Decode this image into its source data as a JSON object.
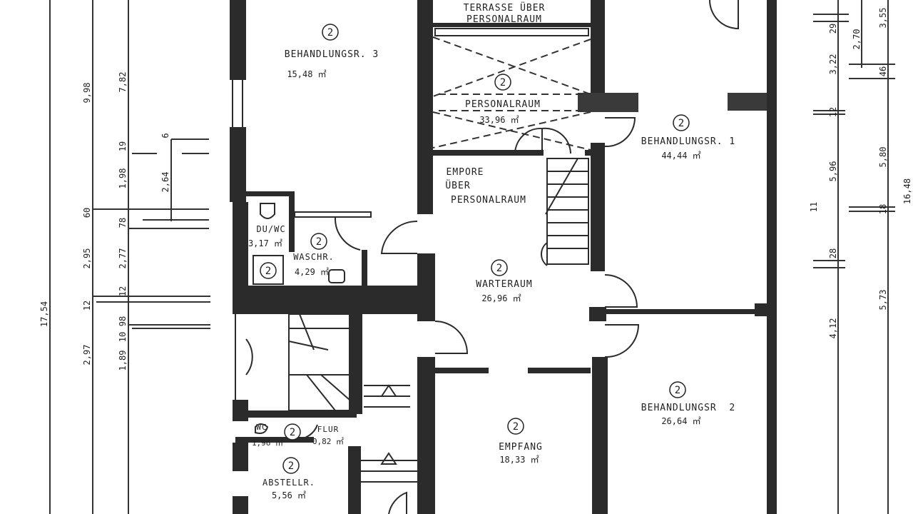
{
  "plan": {
    "rooms": [
      {
        "id": "behandlungsr-3",
        "name": "BEHANDLUNGSR. 3",
        "area": "15,48 ㎡",
        "marker": "2"
      },
      {
        "id": "terrasse",
        "name_line1": "TERRASSE ÜBER",
        "name_line2": "PERSONALRAUM"
      },
      {
        "id": "personalraum",
        "name": "PERSONALRAUM",
        "area": "33,96 ㎡",
        "marker": "2"
      },
      {
        "id": "behandlungsr-1",
        "name": "BEHANDLUNGSR. 1",
        "area": "44,44 ㎡",
        "marker": "2"
      },
      {
        "id": "empore",
        "name_line1": "EMPORE",
        "name_line2": "ÜBER",
        "name_line3": "PERSONALRAUM"
      },
      {
        "id": "du-wc",
        "name": "DU/WC",
        "area": "3,17 ㎡",
        "marker": "2"
      },
      {
        "id": "waschr",
        "name": "WASCHR.",
        "area": "4,29 ㎡",
        "marker": "2"
      },
      {
        "id": "warteraum",
        "name": "WARTERAUM",
        "area": "26,96 ㎡",
        "marker": "2"
      },
      {
        "id": "behandlungsr-2",
        "name": "BEHANDLUNGSR  2",
        "area": "26,64 ㎡",
        "marker": "2"
      },
      {
        "id": "wc",
        "name": "WC",
        "area": "1,96 ㎡",
        "marker": "2"
      },
      {
        "id": "flur",
        "name": "FLUR",
        "area": "0,82 ㎡"
      },
      {
        "id": "abstellr",
        "name": "ABSTELLR.",
        "area": "5,56 ㎡",
        "marker": "2"
      },
      {
        "id": "empfang",
        "name": "EMPFANG",
        "area": "18,33 ㎡",
        "marker": "2"
      }
    ],
    "dimensions_left": [
      "17,54",
      "9,98",
      "7,82",
      "19",
      "6",
      "1,98",
      "2,64",
      "60",
      "78",
      "2,95",
      "2,77",
      "12",
      "12",
      "10",
      "98",
      "2,97",
      "1,89"
    ],
    "dimensions_right": [
      "29",
      "2,70",
      "3,55",
      "3,22",
      "46",
      "12",
      "5,96",
      "5,80",
      "16,48",
      "11",
      "18",
      "28",
      "4,12",
      "5,73"
    ]
  }
}
